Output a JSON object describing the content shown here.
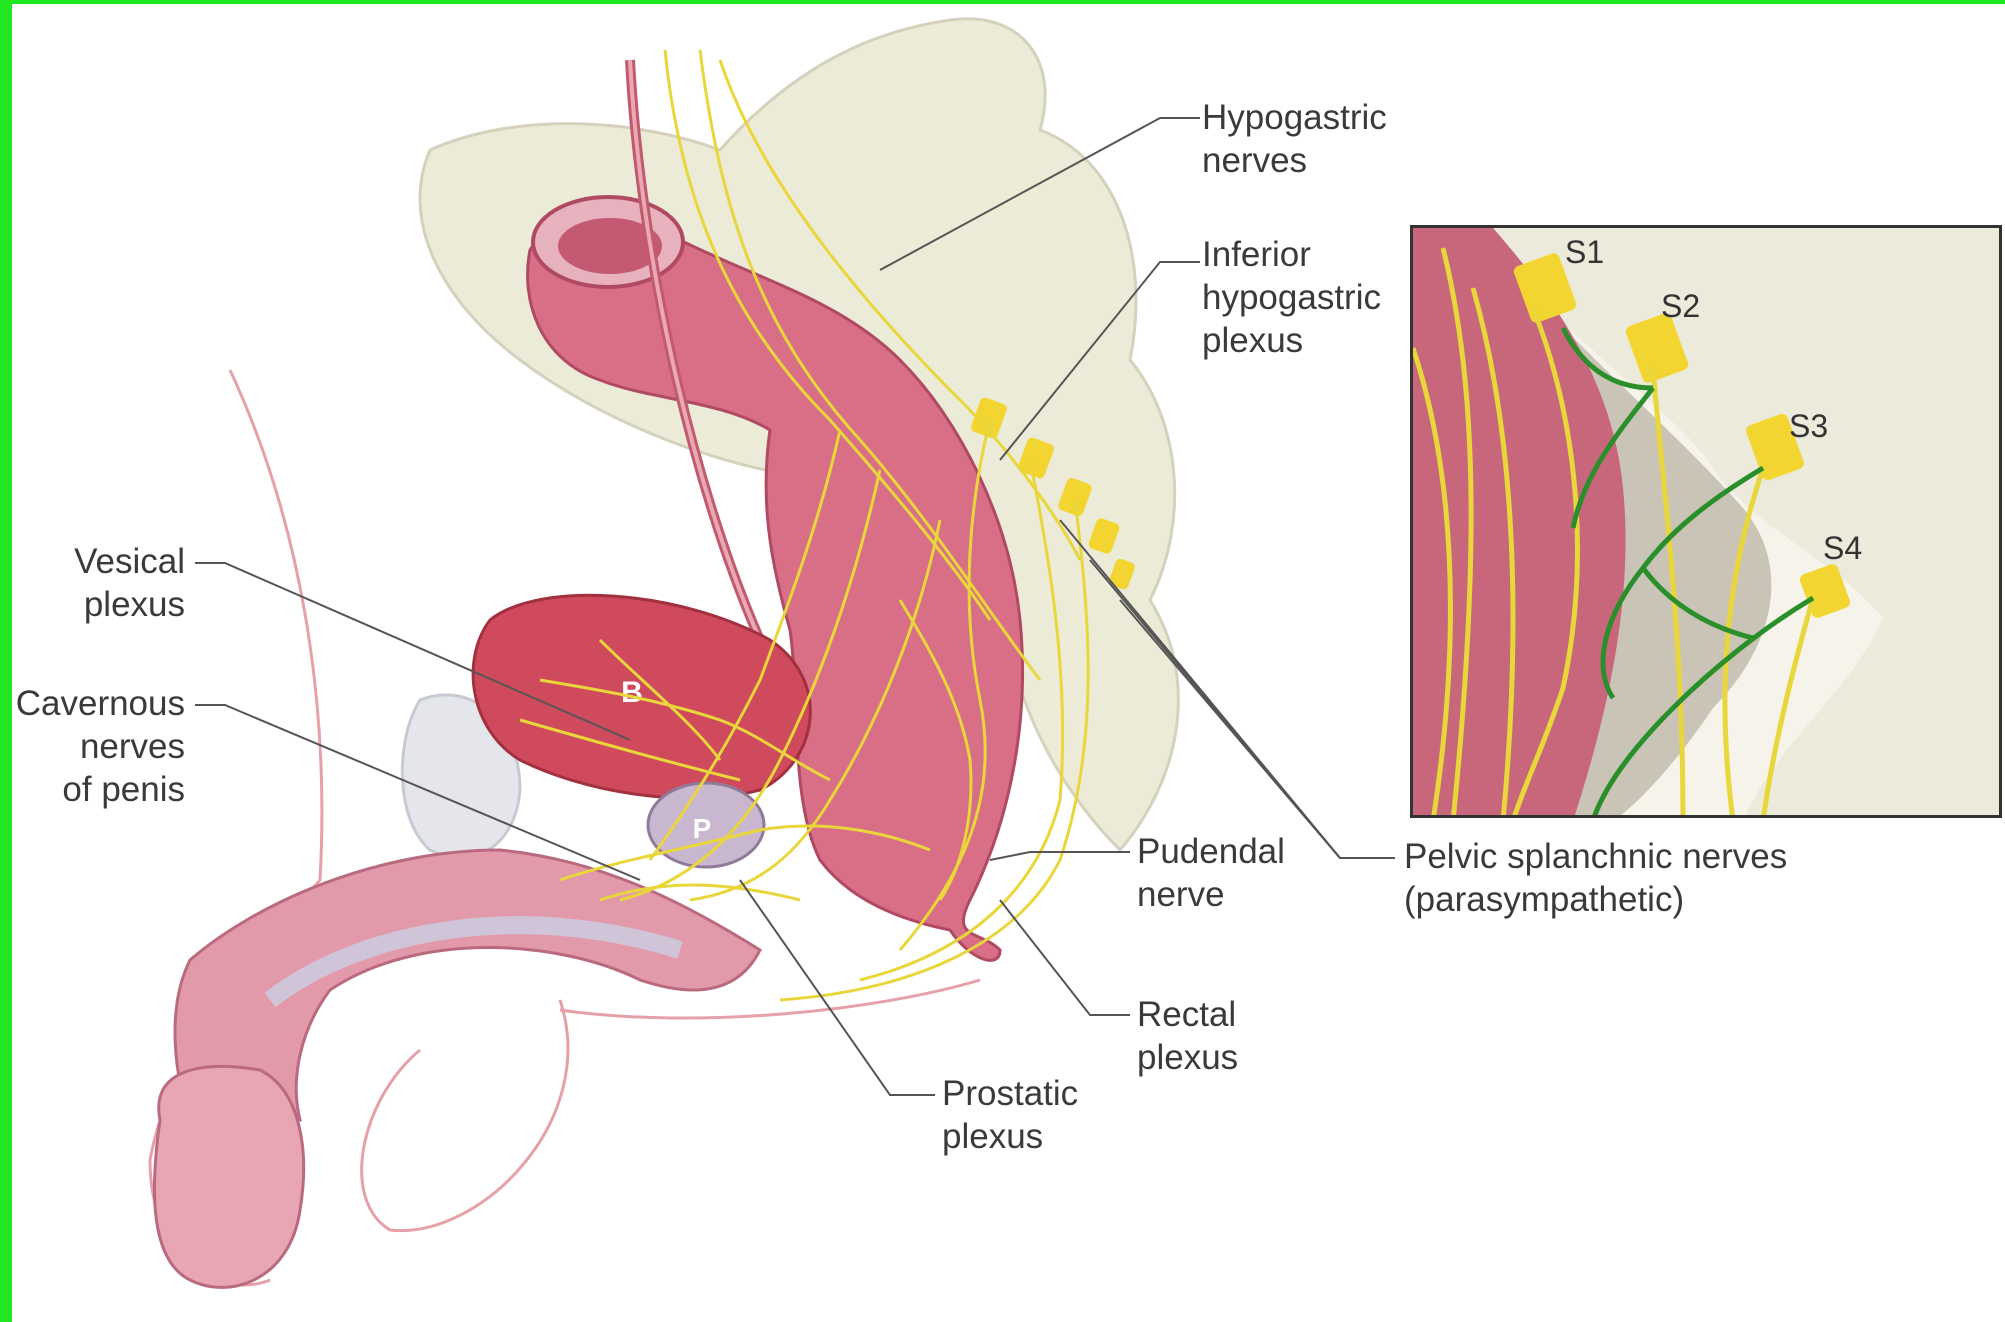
{
  "main_figure": {
    "labels": {
      "hypogastric_nerves": "Hypogastric\nnerves",
      "inferior_hypogastric_plexus": "Inferior\nhypogastric\nplexus",
      "vesical_plexus": "Vesical\nplexus",
      "cavernous_nerves": "Cavernous\nnerves\nof penis",
      "pudendal_nerve": "Pudendal\nnerve",
      "pelvic_splanchnic_nerves": "Pelvic splanchnic nerves\n(parasympathetic)",
      "rectal_plexus": "Rectal\nplexus",
      "prostatic_plexus": "Prostatic\nplexus",
      "bladder_marker": "B",
      "prostate_marker": "P"
    }
  },
  "inset": {
    "labels": {
      "s1": "S1",
      "s2": "S2",
      "s3": "S3",
      "s4": "S4"
    }
  },
  "colors": {
    "frame": "#22e822",
    "nerve": "#e8d63a",
    "parasympathetic": "#2a8f2a",
    "tissue": "#d86f86",
    "bone": "#ecebd8"
  }
}
